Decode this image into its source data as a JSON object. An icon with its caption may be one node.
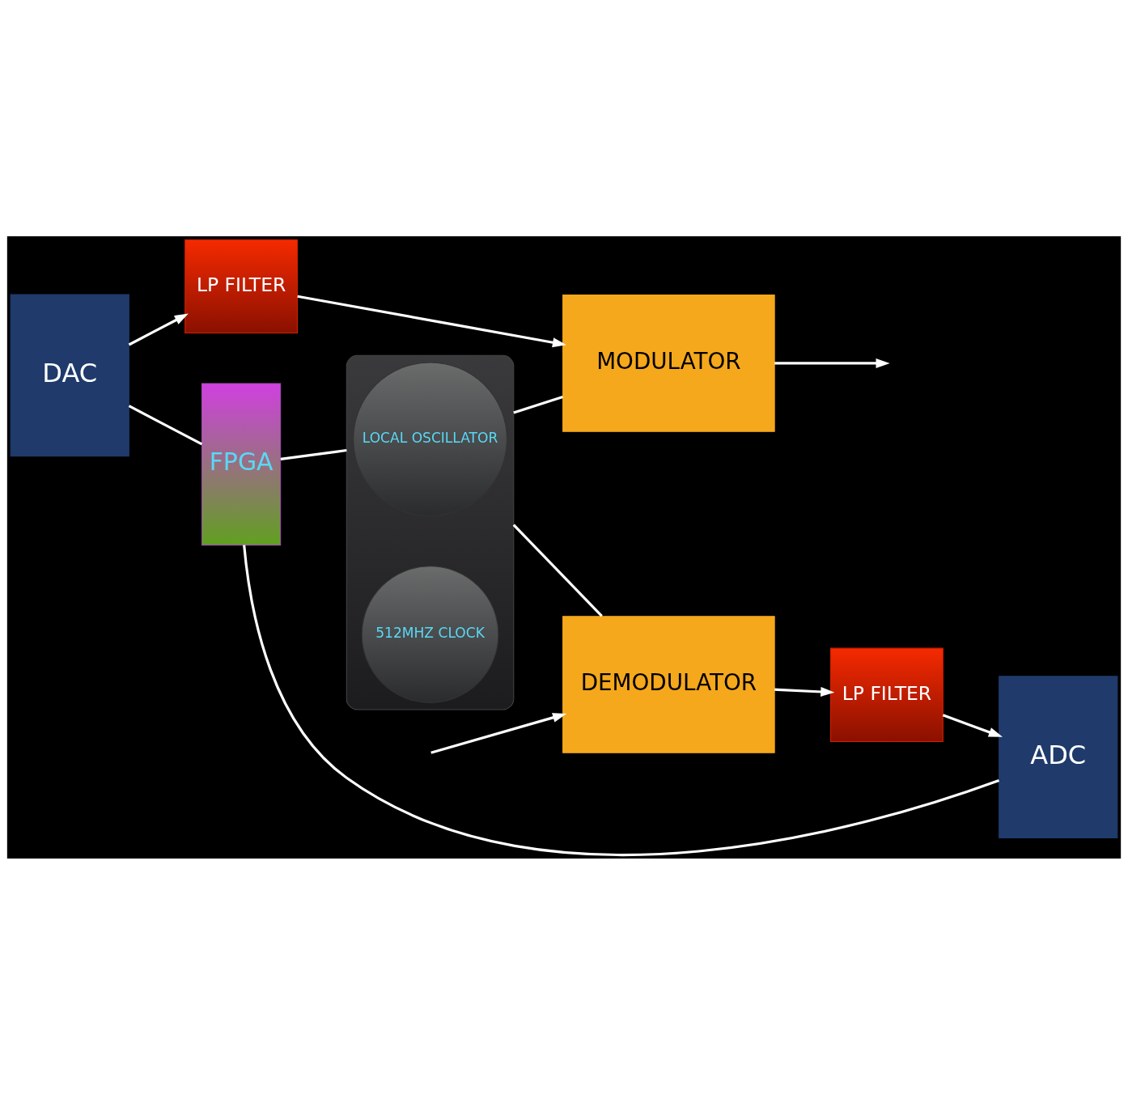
{
  "diagram": {
    "nodes": [
      {
        "text": [
          "MODULATOR"
        ]
      },
      {
        "text": [
          "LP FILTER"
        ]
      },
      {
        "text": [
          "DAC"
        ]
      },
      {
        "text": [
          "FPGA"
        ]
      },
      {
        "text": [],
        "shape": "box"
      },
      {
        "text": [
          "LOCAL OSCILLATOR"
        ],
        "in": 4
      },
      {
        "text": [
          "512MHZ CLOCK"
        ],
        "in": 4
      },
      {
        "text": [
          "DEMODULATOR"
        ]
      },
      {
        "text": [
          "LP FILTER"
        ]
      },
      {
        "text": [
          "ADC"
        ]
      }
    ],
    "edges": [
      {
        "from": 0,
        "to": null,
        "arrow": "to"
      },
      {
        "from": 1,
        "to": 0,
        "arrow": "to"
      },
      {
        "from": 2,
        "to": 1,
        "arrow": "to"
      },
      {
        "from": 2,
        "to": 3,
        "arrow": "none"
      },
      {
        "from": 3,
        "to": 4,
        "arrow": "none"
      },
      {
        "from": 4,
        "to": 0,
        "arrow": "none"
      },
      {
        "from": 4,
        "to": 7,
        "arrow": "none"
      },
      {
        "from": 3,
        "to": 9,
        "arrow": "none"
      },
      {
        "from": null,
        "to": 7,
        "arrow": "to"
      },
      {
        "from": 7,
        "to": 8,
        "arrow": "to"
      },
      {
        "from": 8,
        "to": 9,
        "arrow": "to"
      }
    ]
  }
}
